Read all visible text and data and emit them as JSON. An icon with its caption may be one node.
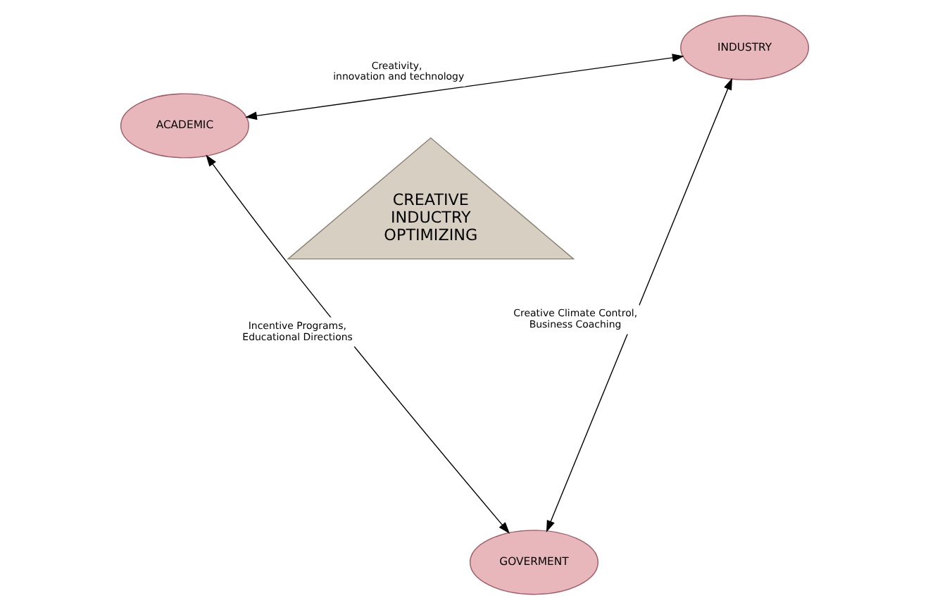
{
  "diagram": {
    "nodes": [
      {
        "text": [
          "ACADEMIC"
        ]
      },
      {
        "text": [
          "INDUSTRY"
        ]
      },
      {
        "text": [
          "GOVERMENT"
        ]
      },
      {
        "text": [
          "CREATIVE INDUCTRY OPTIMIZING"
        ]
      }
    ],
    "edges": [
      {
        "from": 0,
        "to": 2,
        "arrow": "both",
        "label": "Incentive Programs, Educational Directions"
      },
      {
        "from": 0,
        "to": 1,
        "arrow": "both",
        "label": "Creativity, innovation and technology"
      },
      {
        "from": 2,
        "to": 1,
        "arrow": "both",
        "label": "Creative Climate Control, Business Coaching"
      }
    ]
  }
}
